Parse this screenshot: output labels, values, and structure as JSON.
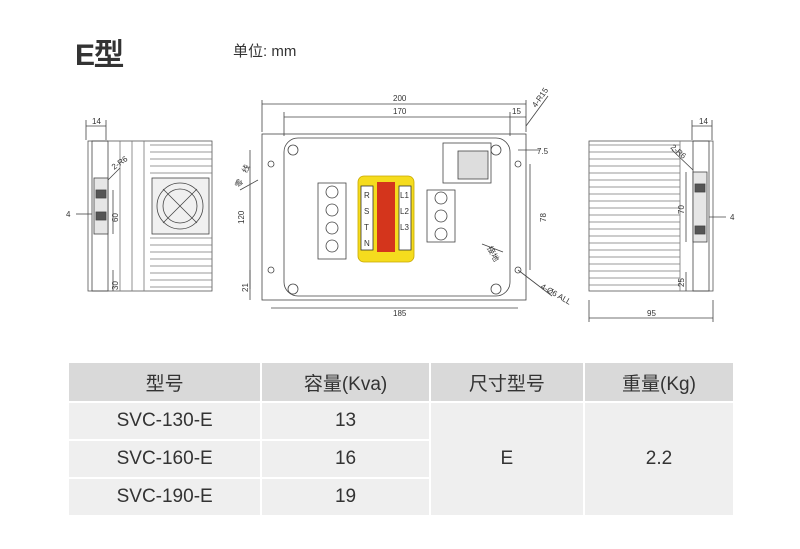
{
  "header": {
    "title": "E型",
    "unit_label": "单位:  mm"
  },
  "drawing": {
    "left_view": {
      "dims": [
        "14",
        "2-R6",
        "4",
        "60",
        "30"
      ]
    },
    "front_view": {
      "dims": [
        "200",
        "170",
        "15",
        "4-R15",
        "120",
        "21",
        "185",
        "7.5",
        "78",
        "4-Ø6 ALL"
      ],
      "labels": [
        "零 线",
        "接地"
      ],
      "terminals": [
        "R",
        "S",
        "T",
        "N",
        "L1",
        "L2",
        "L3"
      ]
    },
    "right_view": {
      "dims": [
        "14",
        "2-R6",
        "70",
        "4",
        "25",
        "95"
      ]
    }
  },
  "table": {
    "headers": [
      "型号",
      "容量(Kva)",
      "尺寸型号",
      "重量(Kg)"
    ],
    "rows": [
      {
        "model": "SVC-130-E",
        "capacity": "13"
      },
      {
        "model": "SVC-160-E",
        "capacity": "16"
      },
      {
        "model": "SVC-190-E",
        "capacity": "19"
      }
    ],
    "size": "E",
    "weight": "2.2"
  }
}
